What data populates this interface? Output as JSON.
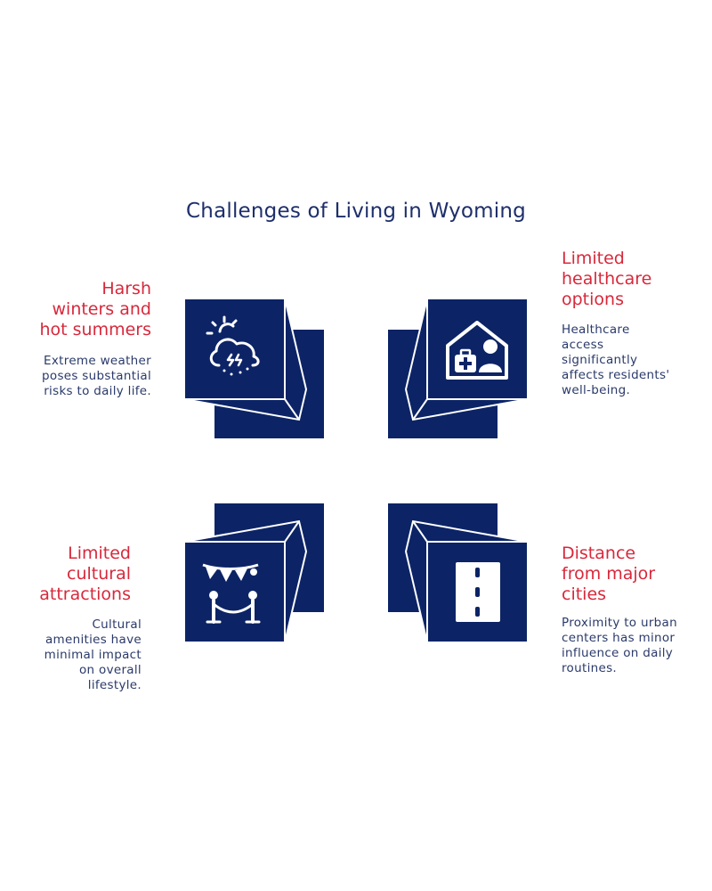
{
  "title": "Challenges of Living in Wyoming",
  "colors": {
    "box": "#0c2466",
    "heading": "#d8283b",
    "body": "#2a3a6a",
    "title": "#1e2f6b"
  },
  "items": [
    {
      "heading": [
        "Harsh",
        "winters and",
        "hot summers"
      ],
      "description": [
        "Extreme weather",
        "poses substantial",
        "risks to daily life."
      ],
      "icon": "weather-icon"
    },
    {
      "heading": [
        "Limited",
        "healthcare",
        "options"
      ],
      "description": [
        "Healthcare",
        "access",
        "significantly",
        "affects residents'",
        "well-being."
      ],
      "icon": "healthcare-icon"
    },
    {
      "heading": [
        "Limited",
        "cultural",
        "attractions"
      ],
      "description": [
        "Cultural",
        "amenities have",
        "minimal impact",
        "on overall",
        "lifestyle."
      ],
      "icon": "festival-icon"
    },
    {
      "heading": [
        "Distance",
        "from major",
        "cities"
      ],
      "description": [
        "Proximity to urban",
        "centers has minor",
        "influence on daily",
        "routines."
      ],
      "icon": "road-icon"
    }
  ]
}
